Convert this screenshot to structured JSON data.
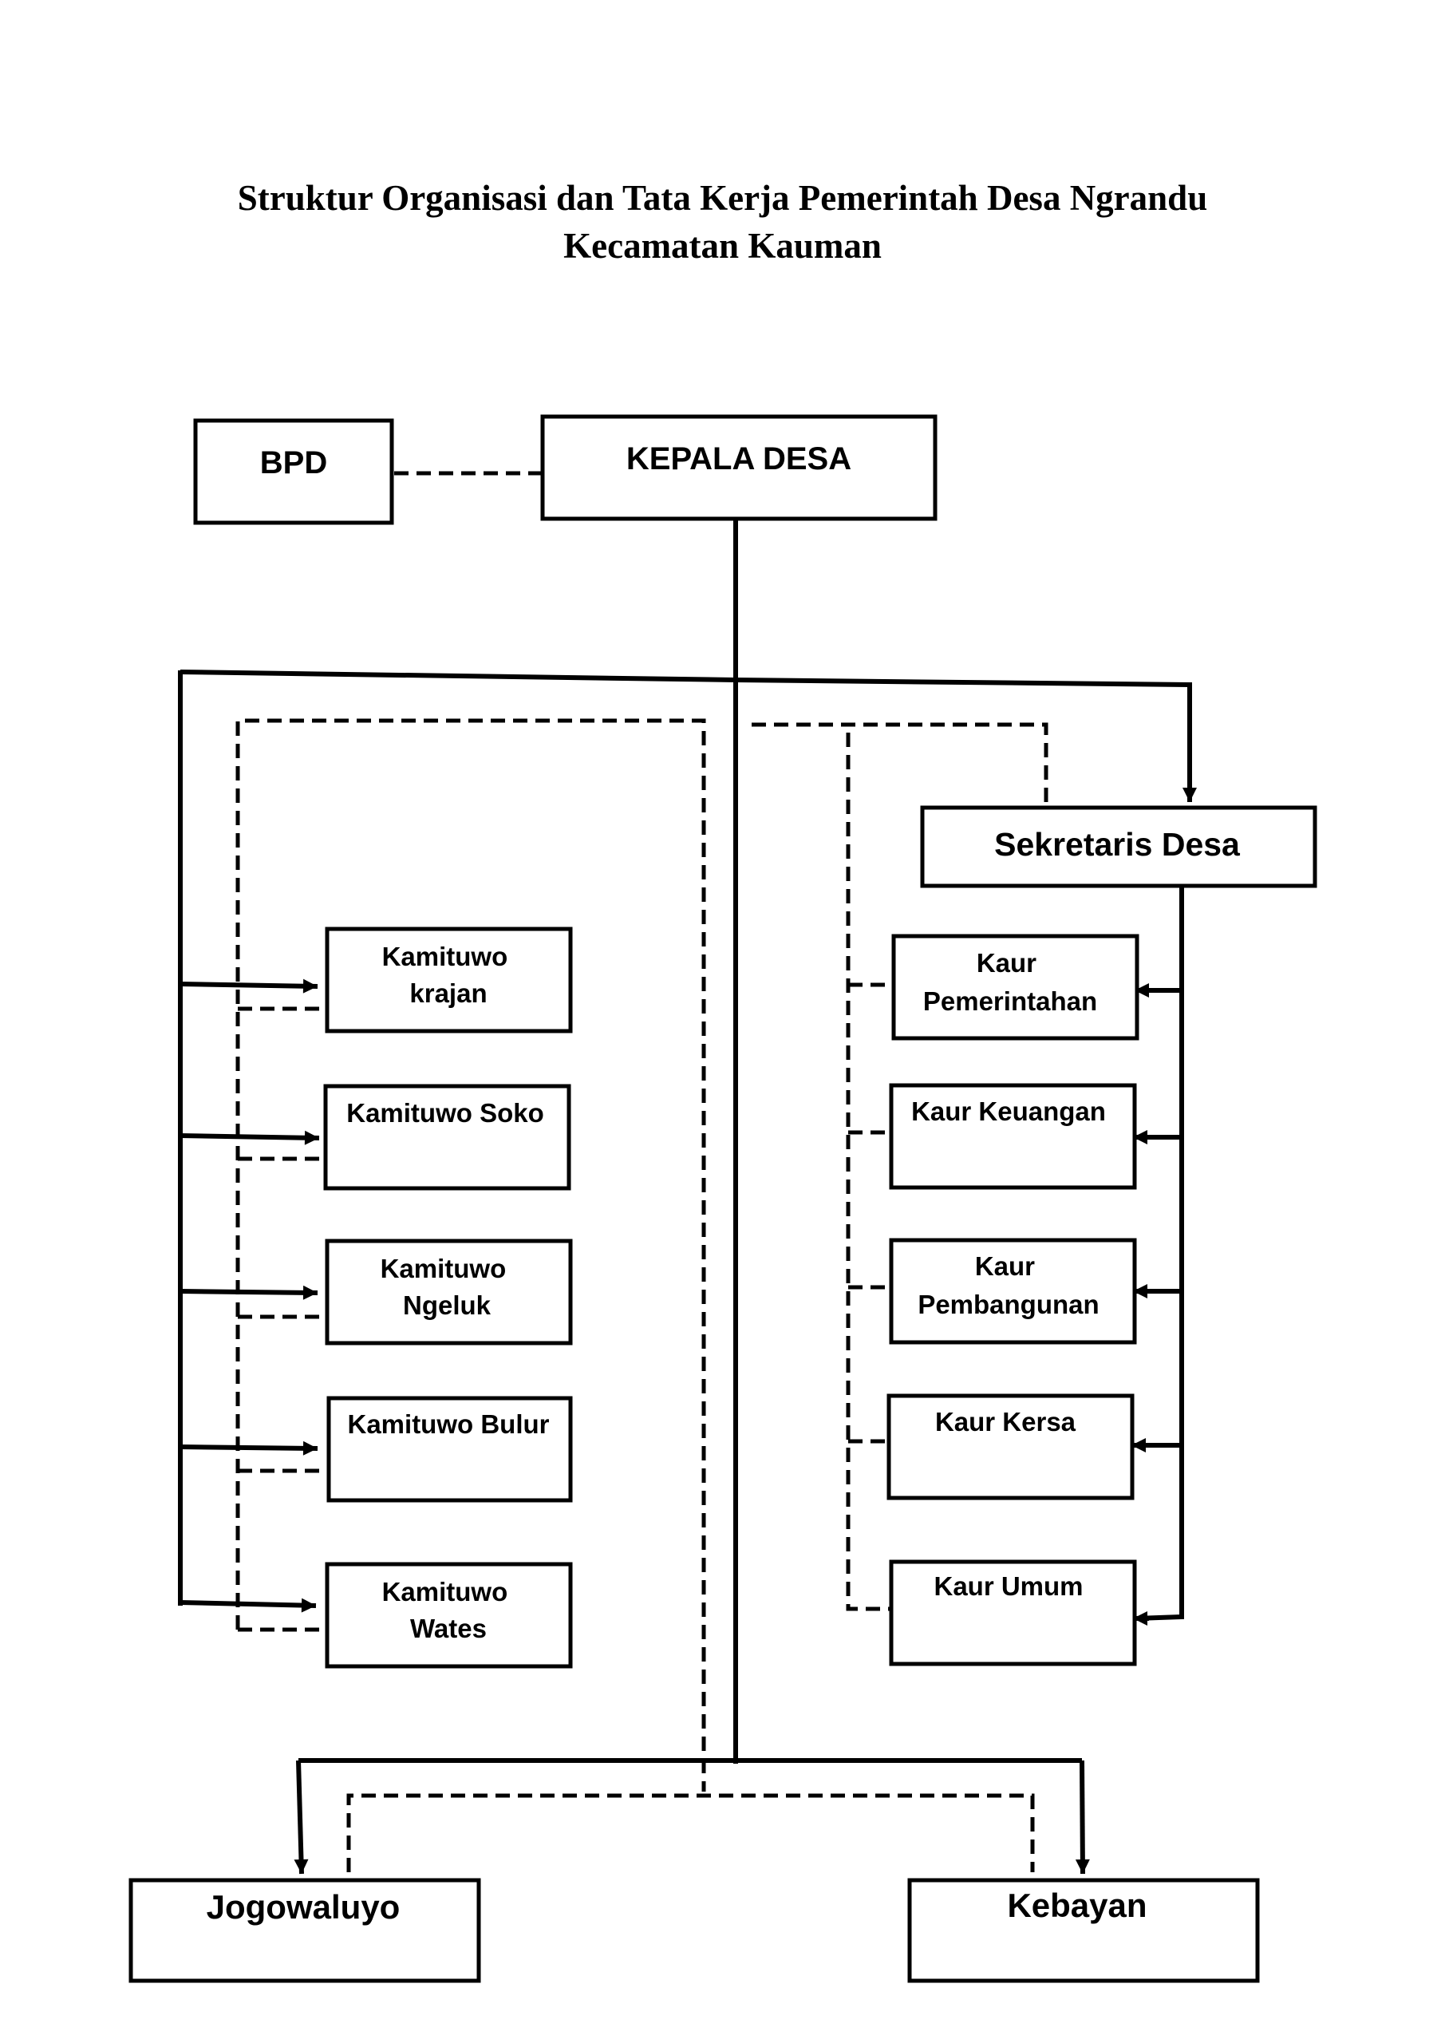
{
  "title": {
    "line1": "Struktur Organisasi dan Tata Kerja Pemerintah Desa Ngrandu",
    "line2": "Kecamatan Kauman"
  },
  "boxes": {
    "bpd": [
      "BPD"
    ],
    "kepala_desa": [
      "KEPALA DESA"
    ],
    "sekretaris_desa": [
      "Sekretaris Desa"
    ],
    "kamituwo_krajan": [
      "Kamituwo",
      "krajan"
    ],
    "kamituwo_soko": [
      "Kamituwo Soko"
    ],
    "kamituwo_ngeluk": [
      "Kamituwo",
      "Ngeluk"
    ],
    "kamituwo_bulur": [
      "Kamituwo Bulur"
    ],
    "kamituwo_wates": [
      "Kamituwo",
      "Wates"
    ],
    "kaur_pemerintahan": [
      "Kaur",
      "Pemerintahan"
    ],
    "kaur_keuangan": [
      "Kaur Keuangan"
    ],
    "kaur_pembangunan": [
      "Kaur",
      "Pembangunan"
    ],
    "kaur_kersa": [
      "Kaur Kersa"
    ],
    "kaur_umum": [
      "Kaur Umum"
    ],
    "jogowaluyo": [
      "Jogowaluyo"
    ],
    "kebayan": [
      "Kebayan"
    ]
  },
  "colors": {
    "line": "#000000",
    "box_fill": "#ffffff"
  }
}
